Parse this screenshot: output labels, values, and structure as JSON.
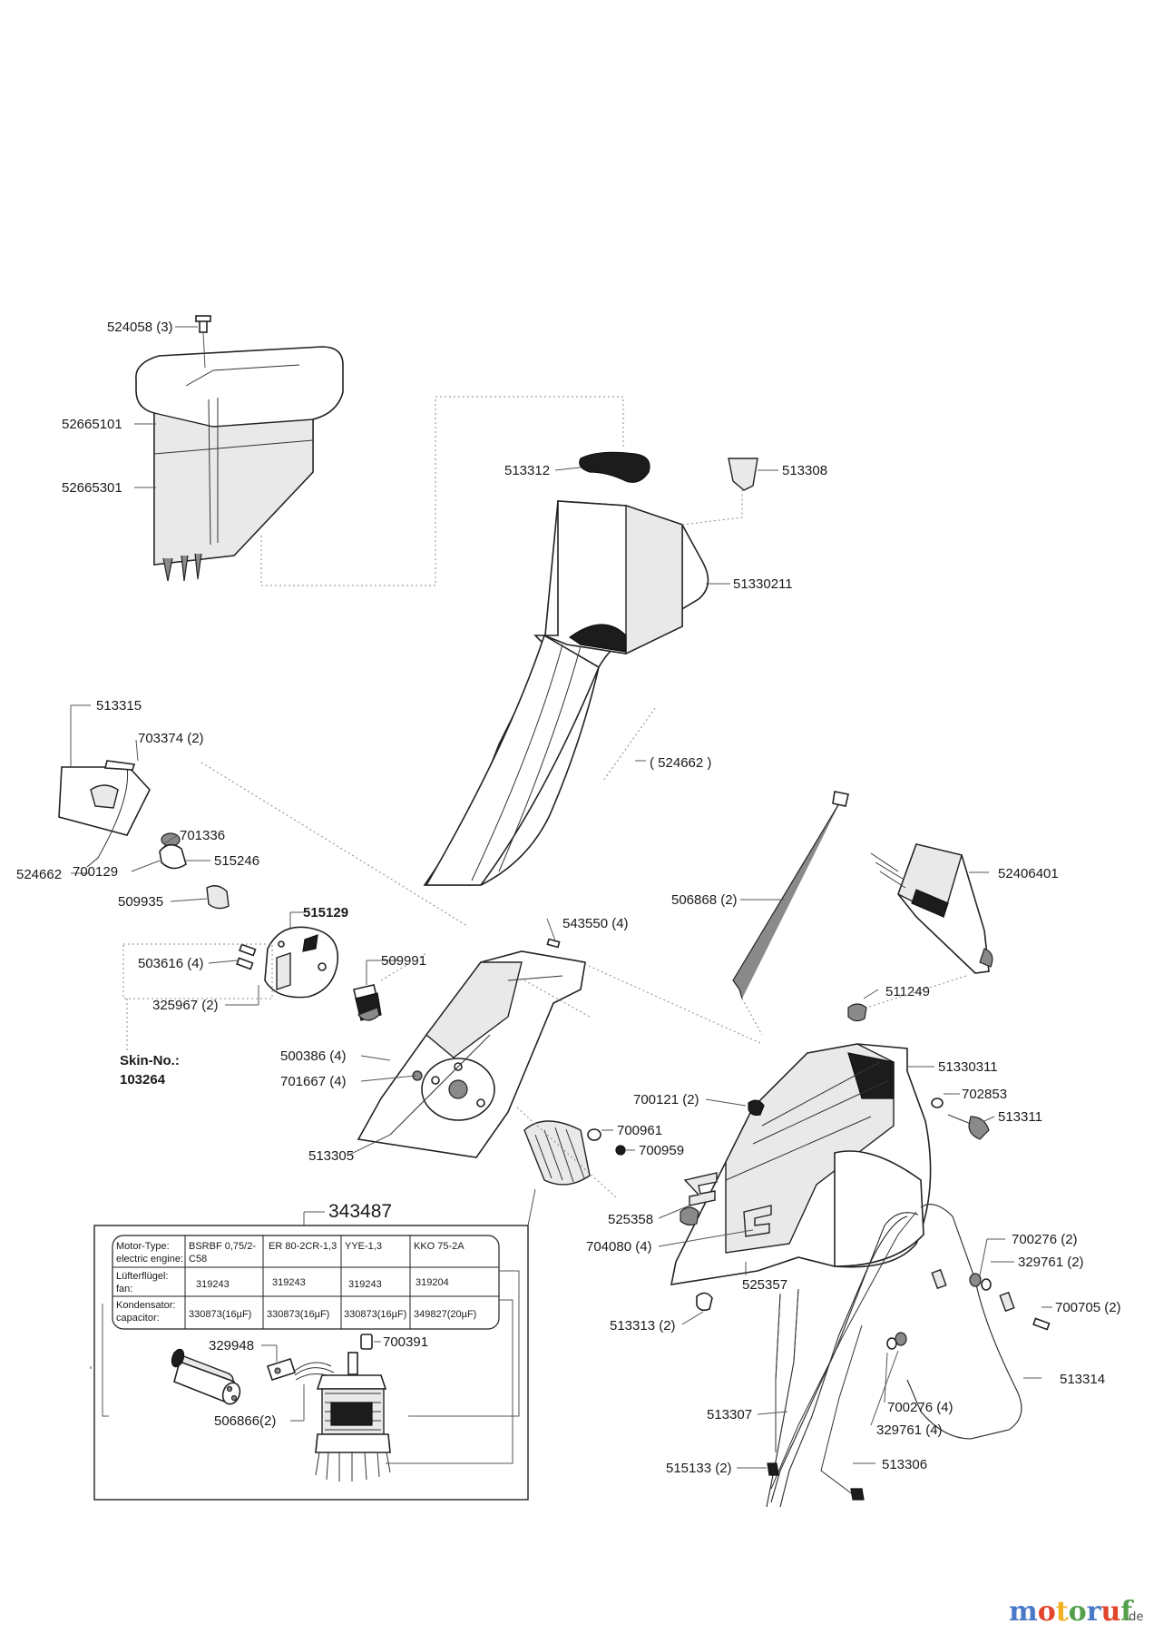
{
  "labels": {
    "p524058": "524058 (3)",
    "p52665101": "52665101",
    "p52665301": "52665301",
    "p513312": "513312",
    "p513308": "513308",
    "p51330211": "51330211",
    "p524662a": "( 524662 )",
    "p513315": "513315",
    "p703374": "703374 (2)",
    "p701336": "701336",
    "p524662b": "524662",
    "p700129": "700129",
    "p515246": "515246",
    "p509935": "509935",
    "p515129": "515129",
    "p503616": "503616 (4)",
    "p325967": "325967 (2)",
    "p509991": "509991",
    "p543550": "543550 (4)",
    "p506868": "506868 (2)",
    "p52406401": "52406401",
    "p511249": "511249",
    "p51330311": "51330311",
    "p500386": "500386 (4)",
    "p701667": "701667 (4)",
    "p700121": "700121 (2)",
    "p702853": "702853",
    "p513311": "513311",
    "p700961": "700961",
    "p700959": "700959",
    "p513305": "513305",
    "p525358": "525358",
    "p704080": "704080 (4)",
    "p700276a": "700276 (2)",
    "p329761a": "329761 (2)",
    "p525357": "525357",
    "p513313": "513313 (2)",
    "p700705": "700705 (2)",
    "p513314": "513314",
    "p700276b": "700276 (4)",
    "p329761b": "329761 (4)",
    "p513307": "513307",
    "p515133": "515133 (2)",
    "p513306": "513306",
    "p329948": "329948",
    "p700391": "700391",
    "p506866": "506866(2)",
    "p343487": "343487"
  },
  "skin": {
    "line1": "Skin-No.:",
    "line2": "103264"
  },
  "motor_table": {
    "row_headers": [
      [
        "Motor-Type:",
        "electric engine:"
      ],
      [
        "Lüfterflügel:",
        "fan:"
      ],
      [
        "Kondensator:",
        "capacitor:"
      ]
    ],
    "columns": [
      {
        "motor": [
          "BSRBF 0,75/2-",
          "C58"
        ],
        "fan": "319243",
        "capacitor": "330873(16µF)"
      },
      {
        "motor": [
          "ER 80-2CR-1,3"
        ],
        "fan": "319243",
        "capacitor": "330873(16µF)"
      },
      {
        "motor": [
          "YYE-1,3"
        ],
        "fan": "319243",
        "capacitor": "330873(16µF)"
      },
      {
        "motor": [
          "KKO 75-2A"
        ],
        "fan": "319204",
        "capacitor": "349827(20µF)"
      }
    ]
  },
  "watermark": {
    "text": "motoruf",
    "suffix": ".de"
  }
}
